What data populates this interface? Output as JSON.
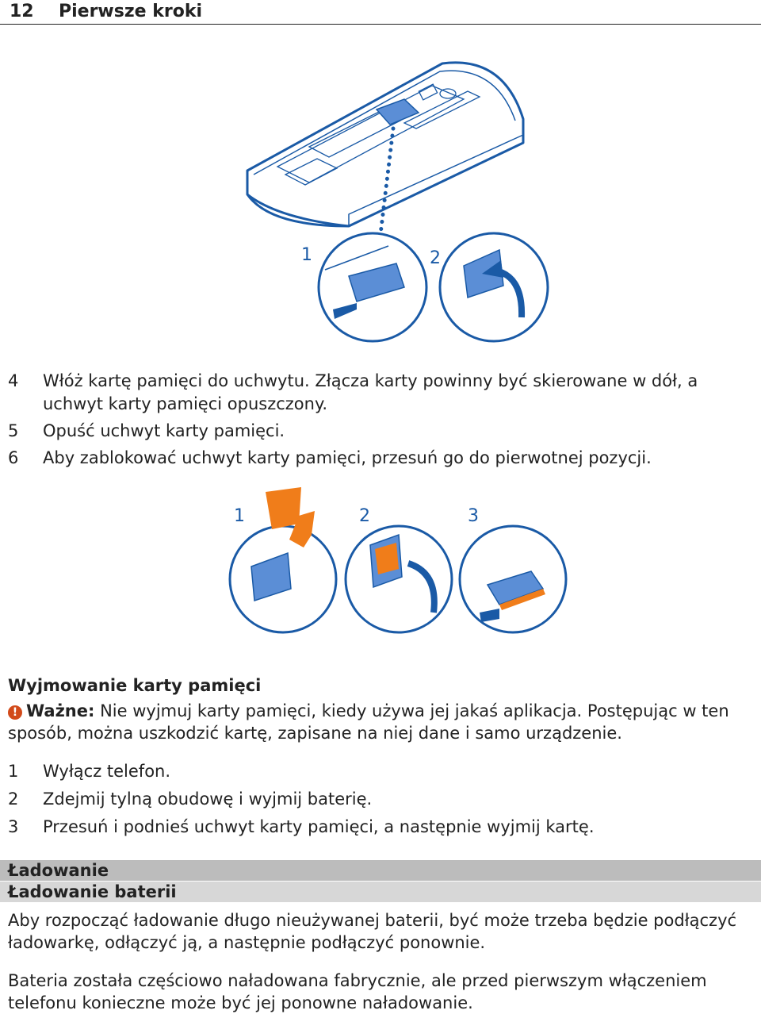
{
  "header": {
    "page_number": "12",
    "section": "Pierwsze kroki"
  },
  "figure1": {
    "labels": [
      "1",
      "2"
    ]
  },
  "insert_steps": [
    {
      "num": "4",
      "text": "Włóż kartę pamięci do uchwytu. Złącza karty powinny być skierowane w dół, a uchwyt karty pamięci opuszczony."
    },
    {
      "num": "5",
      "text": "Opuść uchwyt karty pamięci."
    },
    {
      "num": "6",
      "text": "Aby zablokować uchwyt karty pamięci, przesuń go do pierwotnej pozycji."
    }
  ],
  "figure2": {
    "labels": [
      "1",
      "2",
      "3"
    ]
  },
  "remove_section": {
    "heading": "Wyjmowanie karty pamięci",
    "warning_label": "Ważne:",
    "warning_text": " Nie wyjmuj karty pamięci, kiedy używa jej jakaś aplikacja. Postępując w ten sposób, można uszkodzić kartę, zapisane na niej dane i samo urządzenie.",
    "steps": [
      {
        "num": "1",
        "text": "Wyłącz telefon."
      },
      {
        "num": "2",
        "text": "Zdejmij tylną obudowę i wyjmij baterię."
      },
      {
        "num": "3",
        "text": "Przesuń i podnieś uchwyt karty pamięci, a następnie wyjmij kartę."
      }
    ]
  },
  "charging": {
    "heading": "Ładowanie",
    "subheading": "Ładowanie baterii",
    "para1": "Aby rozpocząć ładowanie długo nieużywanej baterii, być może trzeba będzie podłączyć ładowarkę, odłączyć ją, a następnie podłączyć ponownie.",
    "para2": "Bateria została częściowo naładowana fabrycznie, ale przed pierwszym włączeniem telefonu konieczne może być jej ponowne naładowanie."
  },
  "colors": {
    "illustration_blue": "#1a5aa6",
    "card_orange": "#f07d1a",
    "slot_blue": "#5b8ed6"
  }
}
